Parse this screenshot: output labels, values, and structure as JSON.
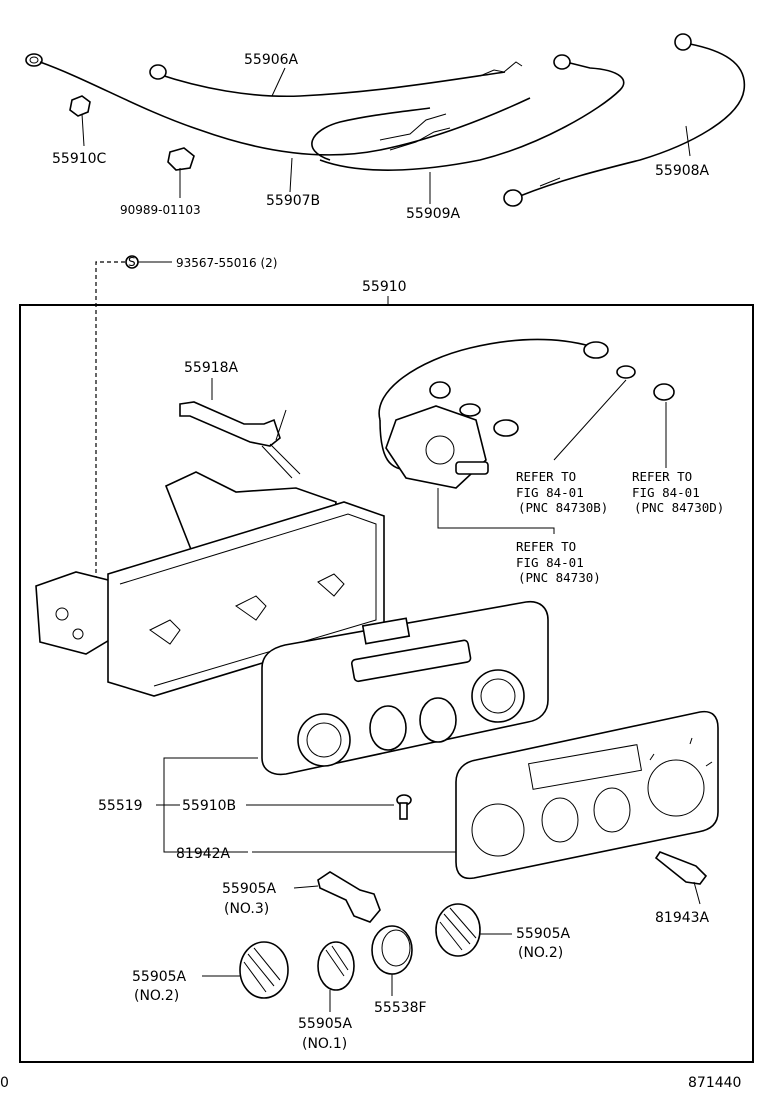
{
  "labels": {
    "cable_55906a": "55906A",
    "clip_55910c": "55910C",
    "clamp_90989": "90989-01103",
    "cable_55907b": "55907B",
    "cable_55909a": "55909A",
    "cable_55908a": "55908A",
    "screw_symbol": "S",
    "screw_93567": "93567-55016 (2)",
    "assembly_55910": "55910",
    "lever_55918a": "55918A",
    "refer_b_line1": "REFER TO",
    "refer_b_line2": "FIG 84-01",
    "refer_b_line3": "(PNC 84730B)",
    "refer_d_line1": "REFER TO",
    "refer_d_line2": "FIG 84-01",
    "refer_d_line3": "(PNC 84730D)",
    "refer_line1": "REFER TO",
    "refer_line2": "FIG 84-01",
    "refer_line3": "(PNC 84730)",
    "panel_55519": "55519",
    "screw_55910b": "55910B",
    "plate_81942a": "81942A",
    "knob_no3_code": "55905A",
    "knob_no3_note": "(NO.3)",
    "knob_no2_right_code": "55905A",
    "knob_no2_right_note": "(NO.2)",
    "bulb_81943a": "81943A",
    "knob_no2_left_code": "55905A",
    "knob_no2_left_note": "(NO.2)",
    "knob_no1_code": "55905A",
    "knob_no1_note": "(NO.1)",
    "knob_55538f": "55538F",
    "figure_number": "871440",
    "edge_mark": "0"
  }
}
